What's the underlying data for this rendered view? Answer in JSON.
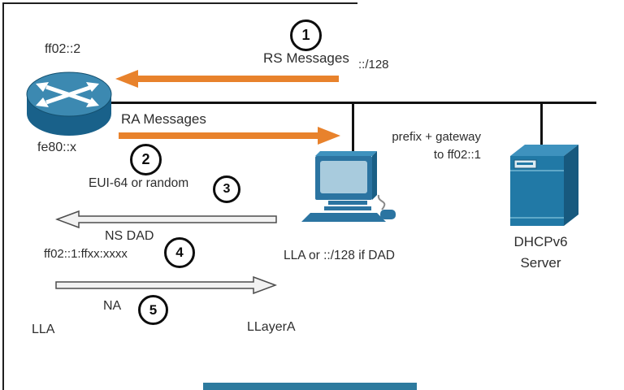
{
  "router": {
    "multicast_label": "ff02::2",
    "link_local_label": "fe80::x"
  },
  "pc": {
    "address_label": "LLA or ::/128 if DAD"
  },
  "server": {
    "name_line1": "DHCPv6",
    "name_line2": "Server"
  },
  "steps": {
    "s1": {
      "number": "1",
      "label": "RS Messages",
      "source_address": "::/128"
    },
    "s2": {
      "number": "2",
      "label": "RA Messages",
      "payload_line1": "prefix + gateway",
      "payload_line2": "to ff02::1"
    },
    "s3": {
      "number": "3",
      "label": "EUI-64 or random"
    },
    "s4": {
      "number": "4",
      "label": "NS DAD",
      "target_address": "ff02::1:ffxx:xxxx"
    },
    "s5": {
      "number": "5",
      "label": "NA",
      "from_label": "LLA",
      "to_label": "LLayerA"
    }
  },
  "colors": {
    "arrow_orange": "#E8822C",
    "device_teal": "#2679A4",
    "device_teal_dark": "#17597E",
    "device_teal_light": "#3E92BE",
    "outline_arrow_stroke": "#4d4d4d",
    "line_black": "#111111",
    "text": "#2d2d2d"
  }
}
